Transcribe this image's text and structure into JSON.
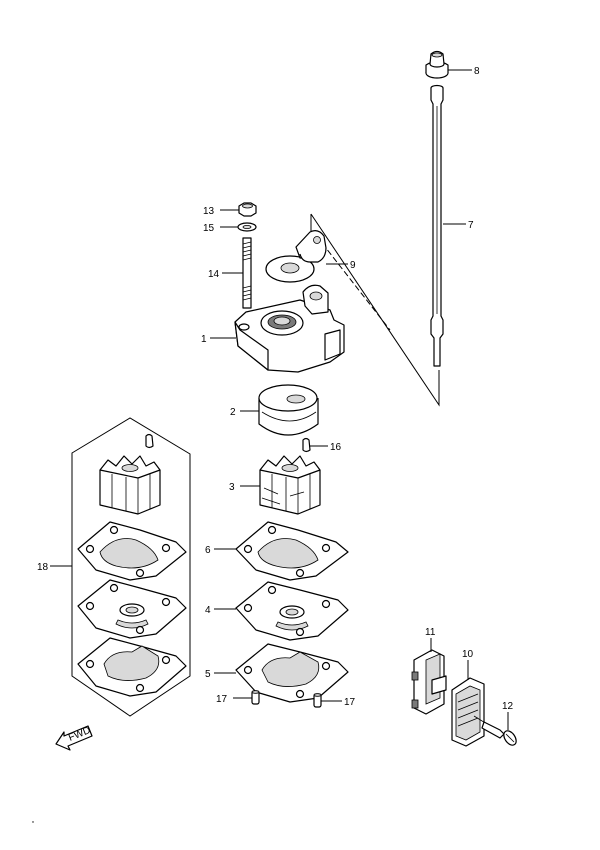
{
  "callouts": {
    "c1": "1",
    "c2": "2",
    "c3": "3",
    "c4": "4",
    "c5": "5",
    "c6": "6",
    "c7": "7",
    "c8": "8",
    "c9": "9",
    "c10": "10",
    "c11": "11",
    "c12": "12",
    "c13": "13",
    "c14": "14",
    "c15": "15",
    "c16": "16",
    "c17a": "17",
    "c17b": "17",
    "c18": "18"
  },
  "fwd_label": "FWD",
  "colors": {
    "line": "#000000",
    "background": "#ffffff",
    "shade": "#d9d9d9"
  }
}
